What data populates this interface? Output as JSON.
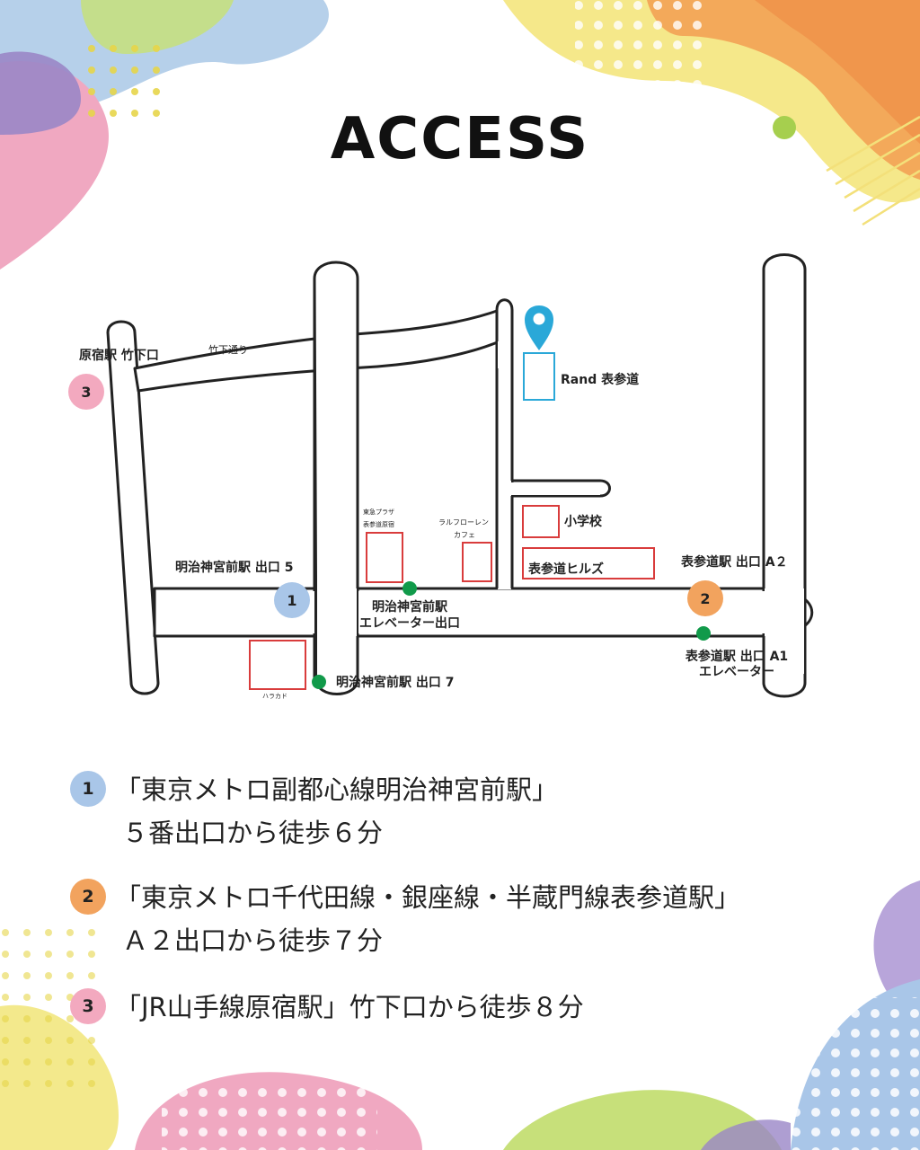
{
  "title": "ACCESS",
  "colors": {
    "route1": "#a9c6e8",
    "route2": "#f2a35e",
    "route3": "#f3a9bf",
    "station_dot": "#119a4a",
    "pin": "#2aa8d8",
    "building": "#d93c3c"
  },
  "map": {
    "street_takeshita": "竹下通り",
    "harajuku_label": "原宿駅 竹下口",
    "marker3": "3",
    "rand_label": "Rand 表参道",
    "school_label": "小学校",
    "hills_label": "表参道ヒルズ",
    "tokyu_label_1": "東急プラザ",
    "tokyu_label_2": "表参道原宿",
    "ralph_label_1": "ラルフローレン",
    "ralph_label_2": "カフェ",
    "meiji_exit5": "明治神宮前駅 出口 5",
    "marker1": "1",
    "omotesando_a2": "表参道駅 出口 A２",
    "marker2": "2",
    "elevator_label_1": "明治神宮前駅",
    "elevator_label_2": "エレベーター出口",
    "omotesando_a1_1": "表参道駅 出口 A1",
    "omotesando_a1_2": "エレベーター",
    "meiji_exit7": "明治神宮前駅 出口 7",
    "harakado_label": "ハラカド"
  },
  "routes": [
    {
      "num": "1",
      "line1": "「東京メトロ副都心線明治神宮前駅」",
      "line2": "５番出口から徒歩６分"
    },
    {
      "num": "2",
      "line1": "「東京メトロ千代田線・銀座線・半蔵門線表参道駅」",
      "line2": "Ａ２出口から徒歩７分"
    },
    {
      "num": "3",
      "line1": "「JR山手線原宿駅」竹下口から徒歩８分",
      "line2": ""
    }
  ]
}
